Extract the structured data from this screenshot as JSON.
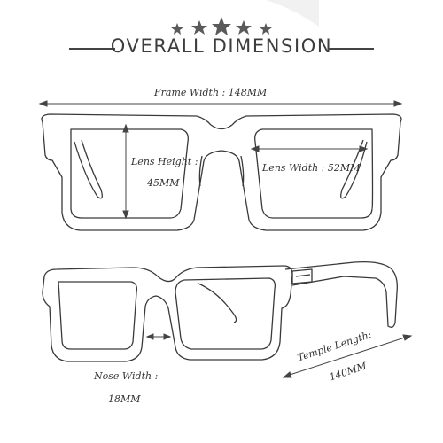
{
  "header": {
    "title": "OVERALL DIMENSION",
    "stars": 5
  },
  "dimensions": {
    "frame_width": "Frame Width : 148MM",
    "lens_height_label": "Lens Height :",
    "lens_height_value": "45MM",
    "lens_width": "Lens Width : 52MM",
    "nose_width_label": "Nose Width :",
    "nose_width_value": "18MM",
    "temple_length_label": "Temple Length:",
    "temple_length_value": "140MM"
  },
  "colors": {
    "ink": "#3a3a3a",
    "star": "#555555"
  }
}
